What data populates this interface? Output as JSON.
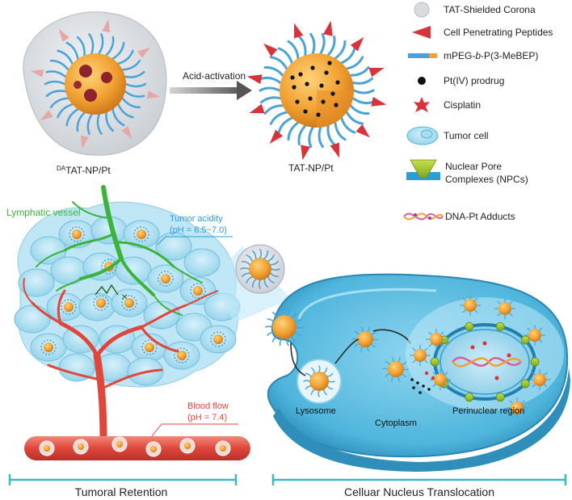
{
  "top": {
    "left_label_sup": "DA",
    "left_label": "TAT-NP/Pt",
    "arrow_label": "Acid-activation",
    "right_label": "TAT-NP/Pt"
  },
  "legend": {
    "items": [
      {
        "icon": "corona-circle-icon",
        "label": "TAT-Shielded Corona"
      },
      {
        "icon": "red-cone-icon",
        "label": "Cell Penetrating Peptides"
      },
      {
        "icon": "polymer-bar-icon",
        "label_parts": [
          "mPEG-",
          "b",
          "-P(3-MeBEP)"
        ]
      },
      {
        "icon": "black-dot-icon",
        "label": "Pt(IV) prodrug"
      },
      {
        "icon": "red-star-icon",
        "label": "Cisplatin"
      },
      {
        "icon": "tumor-cell-icon",
        "label": "Tumor cell"
      },
      {
        "icon": "nuclear-pore-icon",
        "label": "Nuclear Pore",
        "label2": "Complexes (NPCs)"
      },
      {
        "icon": "dna-helix-icon",
        "label": "DNA-Pt Adducts"
      }
    ]
  },
  "tumor": {
    "lymphatic_label": "Lymphatic vessel",
    "acidity_label": "Tumor acidity",
    "acidity_ph": "(pH = 6.5~7.0)",
    "blood_label": "Blood flow",
    "blood_ph": "(pH = 7.4)"
  },
  "cell": {
    "lysosome_label": "Lysosome",
    "cytoplasm_label": "Cytoplasm",
    "perinuclear_label": "Perinuclear region"
  },
  "sections": {
    "left": "Tumoral Retention",
    "right": "Celluar Nucleus Translocation"
  },
  "colors": {
    "core_orange": "#f0a030",
    "cpp_red": "#d8333a",
    "polymer_blue": "#4aa3d8",
    "lymph_green": "#3cb43c",
    "blood_red": "#e0473a",
    "section_teal": "#3bb8c4",
    "acidity_blue": "#2a9fd6"
  }
}
